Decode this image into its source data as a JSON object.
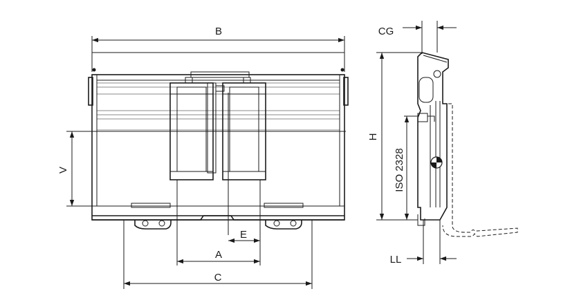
{
  "labels": {
    "b": "B",
    "v": "V",
    "e": "E",
    "a": "A",
    "c": "C",
    "cg": "CG",
    "h": "H",
    "iso": "ISO 2328",
    "ll": "LL"
  }
}
